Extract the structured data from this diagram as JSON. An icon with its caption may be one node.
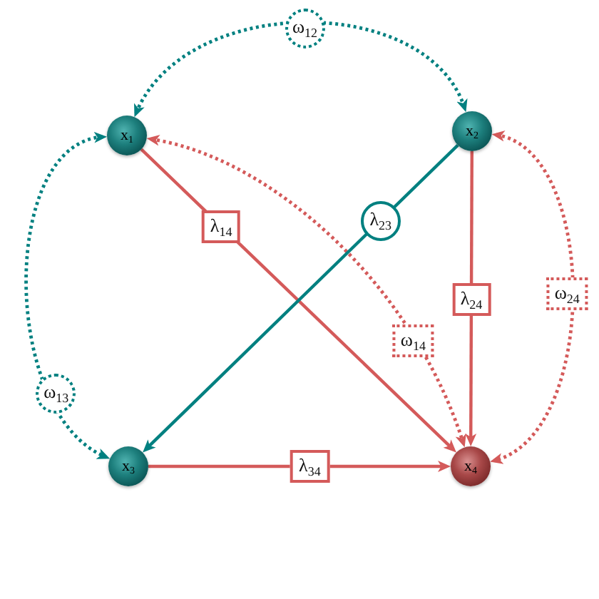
{
  "diagram": {
    "nodes": [
      {
        "text": [
          "x$_{1}$"
        ]
      },
      {
        "text": [
          "x$_{2}$"
        ]
      },
      {
        "text": [
          "x$_{3}$"
        ]
      },
      {
        "text": [
          "x$_{4}$"
        ]
      }
    ],
    "edges": [
      {
        "from": 0,
        "to": 1,
        "arrow": "both",
        "label": "ω$_{12}$",
        "style": "dashed",
        "color": "#008080"
      },
      {
        "from": 0,
        "to": 2,
        "arrow": "both",
        "label": "ω$_{13}$",
        "style": "dashed",
        "color": "#008080"
      },
      {
        "from": 0,
        "to": 3,
        "arrow": "to",
        "label": "λ$_{14}$"
      },
      {
        "from": 0,
        "to": 3,
        "arrow": "both",
        "label": "ω$_{14}$",
        "style": "dashed"
      },
      {
        "from": 1,
        "to": 2,
        "arrow": "to",
        "label": "λ$_{23}$",
        "color": "#008080"
      },
      {
        "from": 1,
        "to": 3,
        "arrow": "to",
        "label": "λ$_{24}$"
      },
      {
        "from": 1,
        "to": 3,
        "arrow": "both",
        "label": "ω$_{24}$",
        "style": "dashed"
      },
      {
        "from": 2,
        "to": 3,
        "arrow": "to",
        "label": "λ$_{34}$"
      }
    ]
  }
}
